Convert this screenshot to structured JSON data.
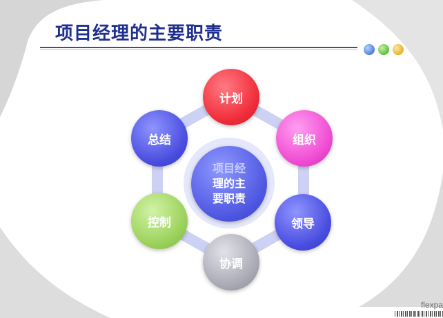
{
  "slide": {
    "title": "项目经理的主要职责"
  },
  "colors": {
    "title": "#1f2f8f",
    "rule": "#3a4a9e",
    "dot1": "#4a7fd8",
    "dot2": "#5fbe3c",
    "dot3": "#e3b32a"
  },
  "diagram": {
    "center_lines": [
      "项目经",
      "理的主",
      "要职责"
    ],
    "nodes": [
      {
        "label": "计划",
        "color": "#f02d3a"
      },
      {
        "label": "组织",
        "color": "#f04bd3"
      },
      {
        "label": "领导",
        "color": "#4a4ee0"
      },
      {
        "label": "协调",
        "color": "#a9a9b4"
      },
      {
        "label": "控制",
        "color": "#9ad15a"
      },
      {
        "label": "总结",
        "color": "#4a4ee0"
      }
    ]
  },
  "footer": {
    "watermark": "flexpa"
  }
}
